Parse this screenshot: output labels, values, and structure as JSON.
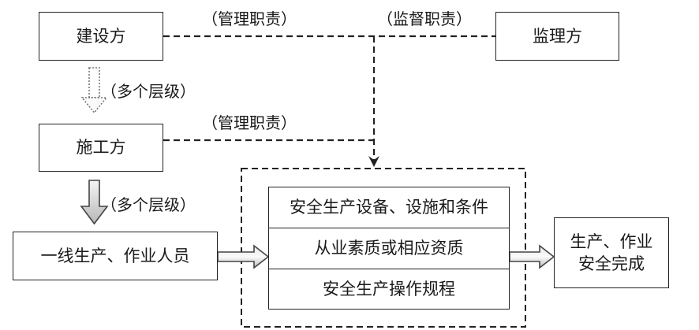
{
  "nodes": {
    "owner": "建设方",
    "supervisor": "监理方",
    "contractor": "施工方",
    "workers": "一线生产、作业人员",
    "outcome_line1": "生产、作业",
    "outcome_line2": "安全完成"
  },
  "conditions": [
    "安全生产设备、设施和条件",
    "从业素质或相应资质",
    "安全生产操作规程"
  ],
  "edge_labels": {
    "owner_duty": "（管理职责）",
    "supervisor_duty": "（监督职责）",
    "contractor_duty": "（管理职责）",
    "levels_1": "（多个层级）",
    "levels_2": "（多个层级）"
  }
}
